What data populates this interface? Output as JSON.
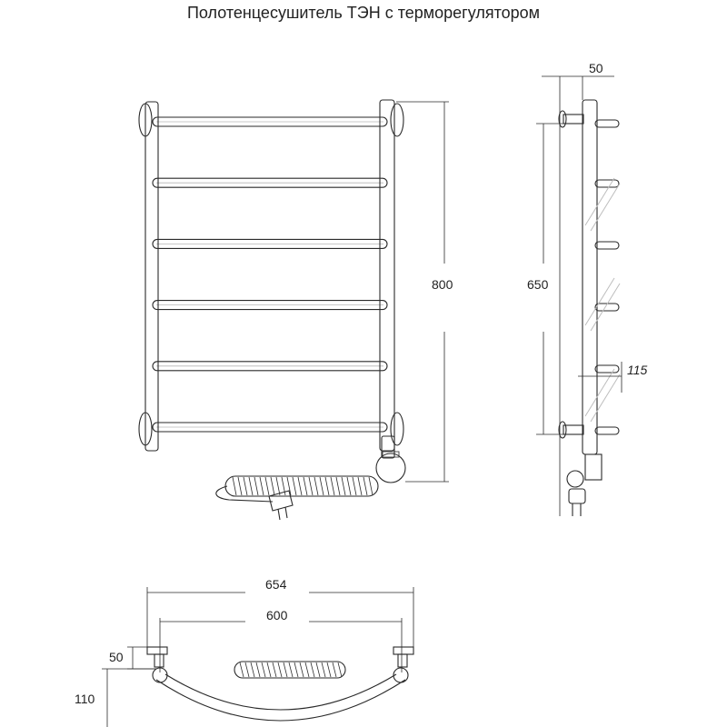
{
  "title": "Полотенцесушитель ТЭН с терморегулятором",
  "dimensions": {
    "height_total": "800",
    "side_offset": "50",
    "mount_spacing": "650",
    "rung_depth": "115",
    "plan_width_total": "654",
    "plan_width_axis": "600",
    "plan_offset": "50",
    "plan_depth": "110"
  },
  "front_view": {
    "rung_count": 6
  },
  "colors": {
    "line": "#2a2a2a",
    "ghost": "#bdbdbd",
    "background": "#ffffff"
  }
}
